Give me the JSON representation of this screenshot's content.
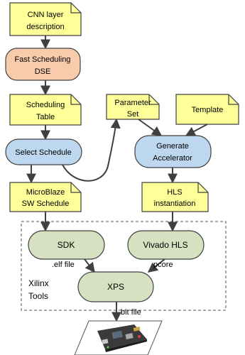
{
  "nodes": {
    "cnn_desc": {
      "lines": [
        "CNN layer",
        "description"
      ]
    },
    "fast_dse": {
      "lines": [
        "Fast Scheduling",
        "DSE"
      ]
    },
    "sched_table": {
      "lines": [
        "Scheduling",
        "Table"
      ]
    },
    "param_set": {
      "lines": [
        "Parameter",
        "Set"
      ]
    },
    "template": {
      "lines": [
        "Template"
      ]
    },
    "select_schedule": {
      "lines": [
        "Select Schedule"
      ]
    },
    "generate_accel": {
      "lines": [
        "Generate",
        "Accelerator"
      ]
    },
    "microblaze": {
      "lines": [
        "MicroBlaze",
        "SW Schedule"
      ]
    },
    "hls_inst": {
      "lines": [
        "HLS",
        "instantiation"
      ]
    },
    "sdk": {
      "lines": [
        "SDK"
      ]
    },
    "vivado_hls": {
      "lines": [
        "Vivado HLS"
      ]
    },
    "xps": {
      "lines": [
        "XPS"
      ]
    }
  },
  "group": {
    "lines": [
      "Xilinx",
      "Tools"
    ]
  },
  "edge_labels": {
    "elf": ".elf file",
    "pcore": "pcore",
    "bit": "bit file"
  },
  "colors": {
    "document": "#ffff99",
    "dse": "#f8cbad",
    "process_blue": "#bdd7ee",
    "tool_green": "#d5e1c0",
    "stroke": "#404040"
  },
  "icons": {
    "board": "fpga-board-icon"
  }
}
